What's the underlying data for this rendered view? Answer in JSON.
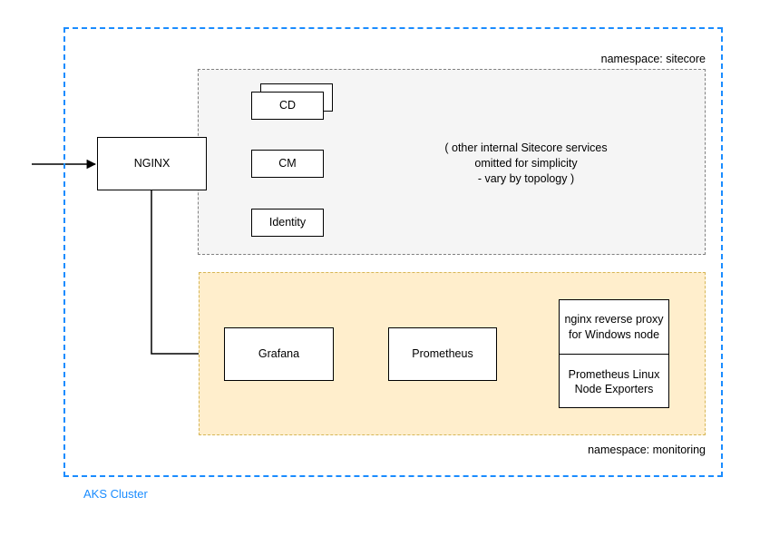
{
  "cluster": {
    "label": "AKS Cluster",
    "border_color": "#1a8cff",
    "label_color": "#1a8cff"
  },
  "namespaces": [
    {
      "id": "sitecore",
      "label": "namespace: sitecore",
      "fill": "#f5f5f5",
      "border_color": "#808080"
    },
    {
      "id": "monitoring",
      "label": "namespace: monitoring",
      "fill": "#ffeecc",
      "border_color": "#d6b656"
    }
  ],
  "nodes": {
    "nginx": {
      "label": "NGINX"
    },
    "cd": {
      "label": "CD"
    },
    "cm": {
      "label": "CM"
    },
    "identity": {
      "label": "Identity"
    },
    "grafana": {
      "label": "Grafana"
    },
    "prometheus": {
      "label": "Prometheus"
    },
    "windows_proxy": {
      "label": "nginx reverse proxy for Windows node"
    },
    "linux_exporters": {
      "label": "Prometheus Linux Node Exporters"
    }
  },
  "notes": {
    "sitecore_note": "( other internal  Sitecore services\nomitted for simplicity\n- vary by topology )"
  },
  "edges": [
    {
      "from": "external",
      "to": "nginx"
    },
    {
      "from": "nginx",
      "to": "cd"
    },
    {
      "from": "nginx",
      "to": "cm"
    },
    {
      "from": "nginx",
      "to": "identity"
    },
    {
      "from": "nginx",
      "to": "grafana"
    },
    {
      "from": "grafana",
      "to": "prometheus"
    },
    {
      "from": "prometheus",
      "to": "windows_proxy"
    }
  ],
  "style": {
    "line_color": "#000000",
    "node_fill": "#ffffff",
    "node_border": "#000000",
    "text_color": "#000000"
  }
}
